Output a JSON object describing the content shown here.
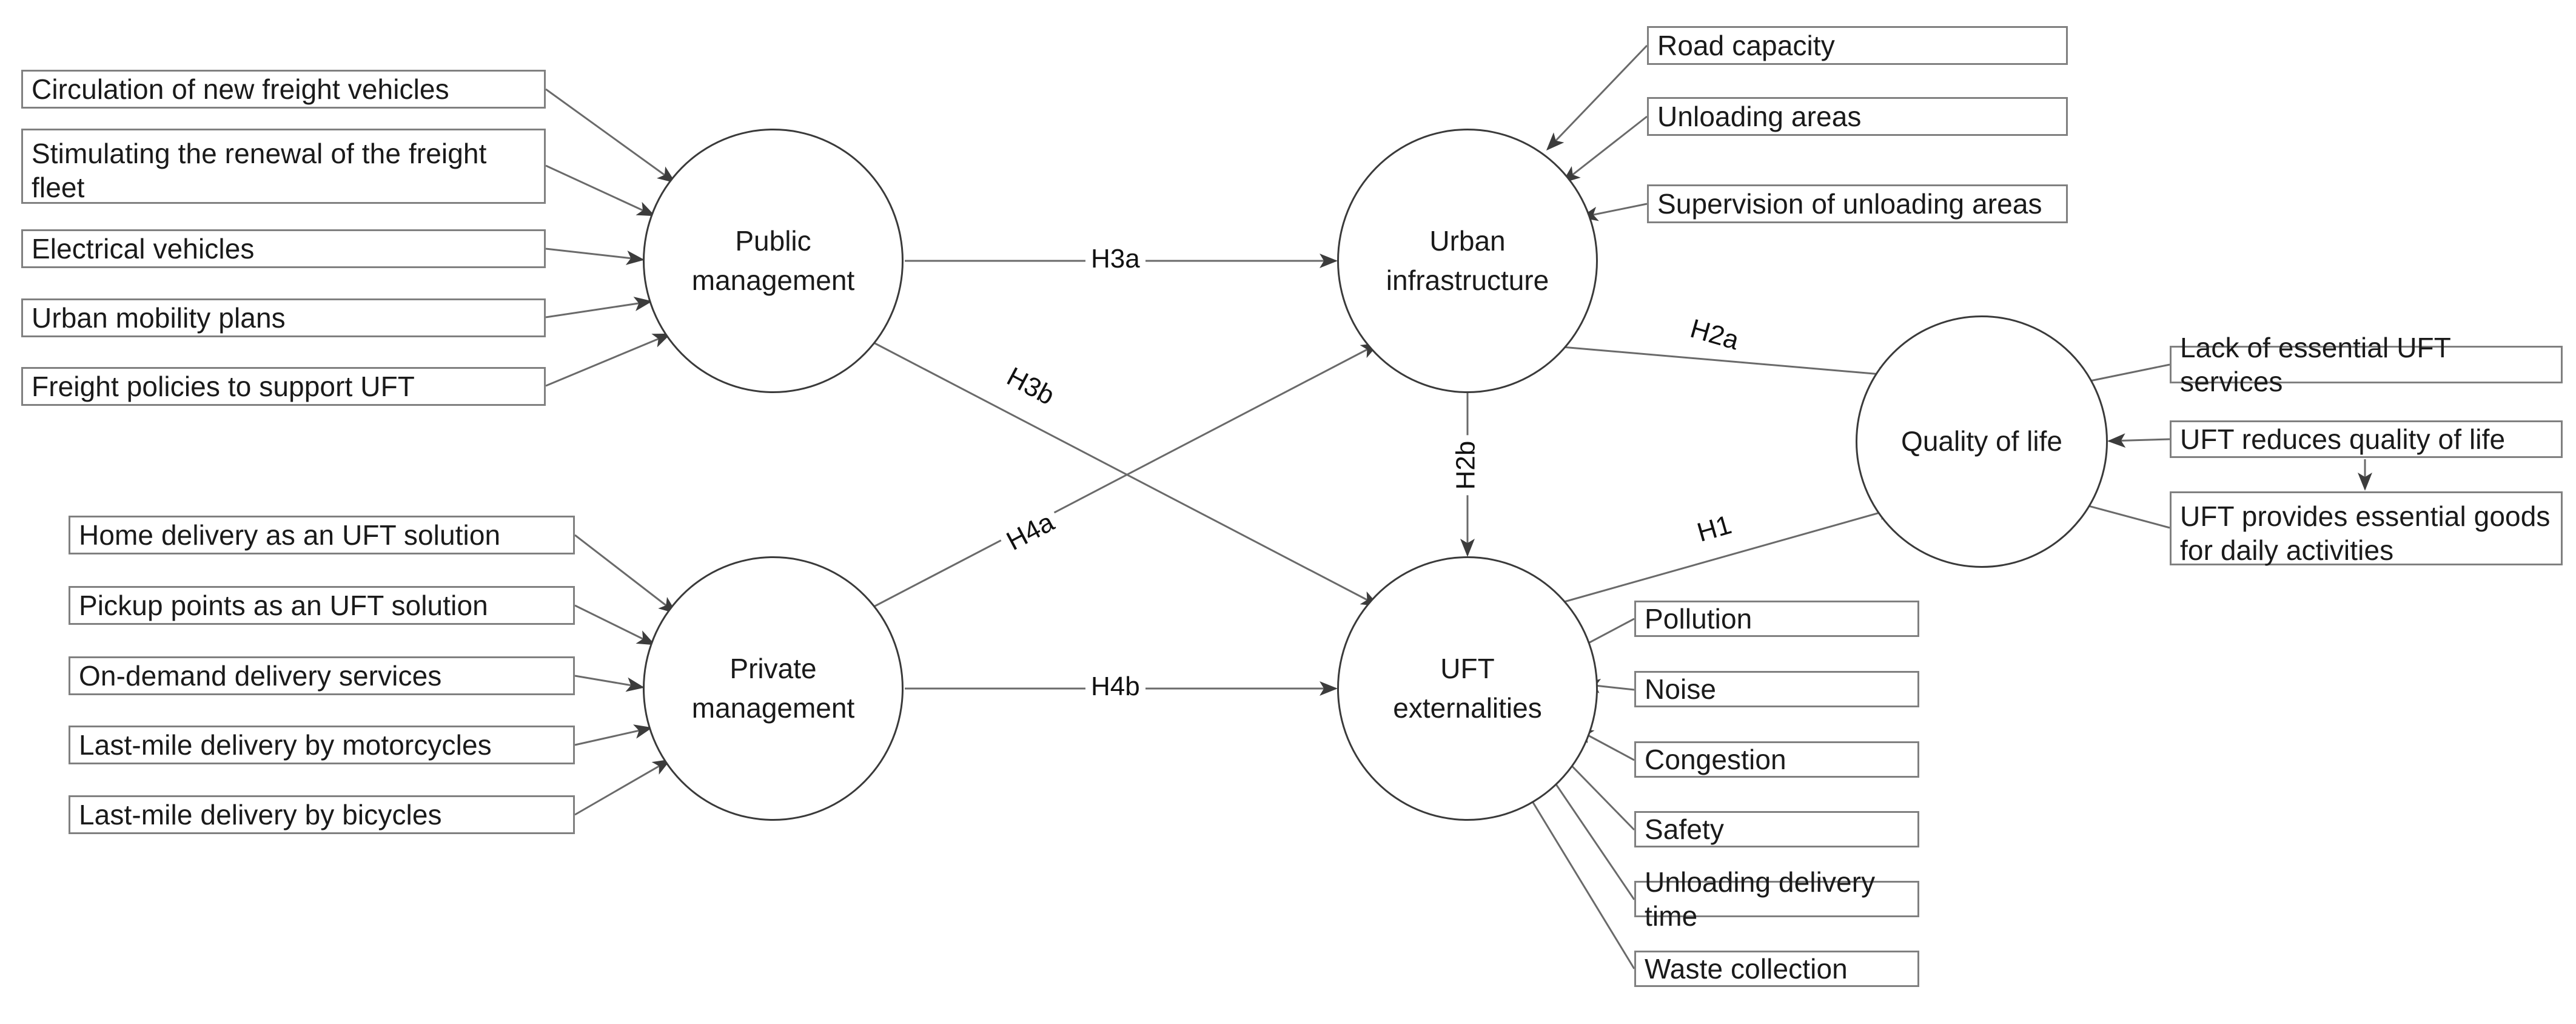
{
  "diagram": {
    "title": "Conceptual structural model of urban freight transport (UFT)",
    "type": "structural-equation-model",
    "stroke_color": "#555555",
    "box_border_color": "#808080",
    "ellipse_border_color": "#3a3a3a",
    "background": "#ffffff"
  },
  "constructs": {
    "public_management": "Public\nmanagement",
    "public_management_line1": "Public",
    "public_management_line2": "management",
    "urban_infrastructure_line1": "Urban",
    "urban_infrastructure_line2": "infrastructure",
    "private_management_line1": "Private",
    "private_management_line2": "management",
    "uft_externalities_line1": "UFT",
    "uft_externalities_line2": "externalities",
    "quality_of_life": "Quality of life"
  },
  "indicators": {
    "public_management": [
      "Circulation of new freight vehicles",
      "Stimulating the renewal of the freight fleet",
      "Electrical vehicles",
      "Urban mobility plans",
      "Freight policies to support UFT"
    ],
    "urban_infrastructure": [
      "Road capacity",
      "Unloading areas",
      "Supervision of unloading areas"
    ],
    "private_management": [
      "Home delivery as an UFT solution",
      "Pickup points as an UFT solution",
      "On-demand delivery services",
      "Last-mile delivery by motorcycles",
      "Last-mile delivery by bicycles"
    ],
    "uft_externalities": [
      "Pollution",
      "Noise",
      "Congestion",
      "Safety",
      "Unloading delivery time",
      "Waste collection"
    ],
    "quality_of_life": [
      "Lack of essential UFT services",
      "UFT reduces quality of life",
      "UFT provides essential goods for daily activities"
    ]
  },
  "hypotheses": {
    "h1": "H1",
    "h2a": "H2a",
    "h2b": "H2b",
    "h3a": "H3a",
    "h3b": "H3b",
    "h4a": "H4a",
    "h4b": "H4b"
  },
  "paths": [
    {
      "label": "H1",
      "from": "UFT externalities",
      "to": "Quality of life"
    },
    {
      "label": "H2a",
      "from": "Urban infrastructure",
      "to": "Quality of life"
    },
    {
      "label": "H2b",
      "from": "Urban infrastructure",
      "to": "UFT externalities"
    },
    {
      "label": "H3a",
      "from": "Public management",
      "to": "Urban infrastructure"
    },
    {
      "label": "H3b",
      "from": "Public management",
      "to": "UFT externalities"
    },
    {
      "label": "H4a",
      "from": "Private management",
      "to": "Urban infrastructure"
    },
    {
      "label": "H4b",
      "from": "Private management",
      "to": "UFT externalities"
    }
  ]
}
